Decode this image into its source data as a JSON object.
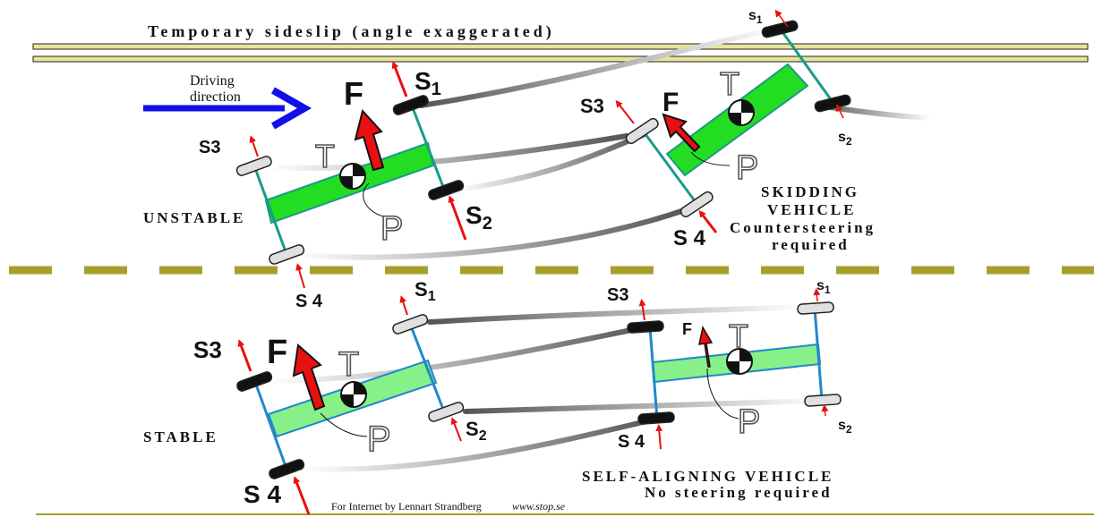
{
  "title": "Temporary sideslip (angle exaggerated)",
  "driving_direction": {
    "line1": "Driving",
    "line2": "direction"
  },
  "unstable": {
    "label": "UNSTABLE",
    "force": "F",
    "com": "T",
    "pivot": "P",
    "s1_letter": "S",
    "s1_sub": "1",
    "s2_letter": "S",
    "s2_sub": "2",
    "s3": "S3",
    "s4": "S 4"
  },
  "skidding": {
    "line1": "SKIDDING",
    "line2": "VEHICLE",
    "line3": "Countersteering",
    "line4": "required",
    "force": "F",
    "com": "T",
    "pivot": "P",
    "s1_letter": "s",
    "s1_sub": "1",
    "s2_letter": "s",
    "s2_sub": "2",
    "s3": "S3",
    "s4": "S 4"
  },
  "stable": {
    "label": "STABLE",
    "force": "F",
    "com": "T",
    "pivot": "P",
    "s1_letter": "S",
    "s1_sub": "1",
    "s2_letter": "S",
    "s2_sub": "2",
    "s3": "S3",
    "s4": "S 4"
  },
  "self_aligning": {
    "line1": "SELF-ALIGNING VEHICLE",
    "line2": "No steering required",
    "force": "F",
    "com": "T",
    "pivot": "P",
    "s1_letter": "s",
    "s1_sub": "1",
    "s2_letter": "s",
    "s2_sub": "2",
    "s3": "S3",
    "s4": "S 4"
  },
  "credit": {
    "text": "For Internet by Lennart Strandberg",
    "url": "www.stop.se"
  },
  "colors": {
    "road_edge": "#e8e49a",
    "centerline": "#a6a02a",
    "arrow_blue": "#1010e8",
    "force_red": "#e81010",
    "body_green_bright": "#22dd22",
    "body_green_light": "#88f088",
    "axle_teal": "#1a9a8a",
    "axle_blue": "#2288cc"
  }
}
